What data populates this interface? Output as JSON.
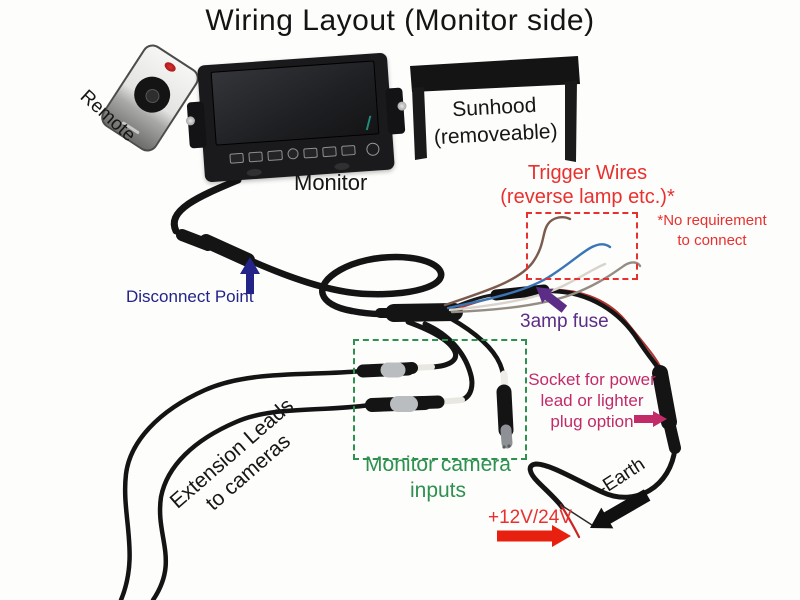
{
  "title": "Wiring Layout (Monitor side)",
  "labels": {
    "remote": "Remote",
    "monitor": "Monitor",
    "sunhood_line1": "Sunhood",
    "sunhood_line2": "(removeable)",
    "trigger_line1": "Trigger Wires",
    "trigger_line2": "(reverse lamp etc.)*",
    "trigger_note_line1": "*No requirement",
    "trigger_note_line2": "to connect",
    "disconnect": "Disconnect Point",
    "fuse": "3amp fuse",
    "socket_line1": "Socket for power",
    "socket_line2": "lead or lighter",
    "socket_line3": "plug option",
    "camera_inputs_line1": "Monitor camera",
    "camera_inputs_line2": "inputs",
    "extension_line1": "Extension Leads",
    "extension_line2": "to cameras",
    "power": "+12V/24V",
    "earth": "-Earth"
  },
  "icons": {
    "disconnect_arrow": "arrow-up",
    "fuse_arrow": "arrow-up-left",
    "socket_arrow": "arrow-right",
    "power_arrow": "arrow-right",
    "earth_arrow": "arrow-down-left"
  },
  "colors": {
    "annotation_red": "#e8312f",
    "annotation_navy": "#232388",
    "annotation_purple": "#5c2d87",
    "annotation_magenta": "#c32a68",
    "annotation_green": "#2e9150",
    "text_black": "#161616"
  }
}
